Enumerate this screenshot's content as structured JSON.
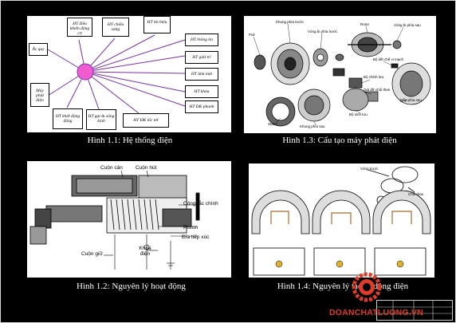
{
  "captions": {
    "fig11": "Hình 1.1: Hệ thống điện",
    "fig13": "Hình 1.3: Cấu tạo máy phát điện",
    "fig12": "Hình 1.2: Nguyên lý hoạt động",
    "fig14": "Hình 1.4: Nguyên lý tạo ra dòng điện"
  },
  "fig11": {
    "left_boxes": [
      "Ắc quy",
      "Máy phát điện"
    ],
    "top_boxes": [
      "HT điều khiển động cơ",
      "HT chiếu sáng",
      "HT tín hiệu"
    ],
    "right_boxes": [
      "HT thông tin",
      "HT giải trí",
      "HT làm mát",
      "HT khóa",
      "HT ĐK phanh"
    ],
    "bottom_boxes": [
      "HT khởi động động",
      "HT gạt & xông kính",
      "HT ĐK tốc tời"
    ]
  },
  "fig13": {
    "labels": [
      "Khung phía trước",
      "Vòng bi phía trước",
      "Rotor",
      "Vòng bi phía sau",
      "Puli",
      "Bộ tiết chế vi mạch",
      "Bộ chỉnh lưu",
      "Giá đỡ chổi than",
      "Nắp phía sau",
      "Bộ sinh lưu",
      "Stator",
      "Khung phía sau"
    ]
  },
  "fig12": {
    "labels": [
      "Cuộn cản",
      "Cuộn hút",
      "Công tắc chính",
      "Piston",
      "Đĩa tiếp xúc",
      "Cuộn giữ",
      "Khoá điện"
    ]
  },
  "fig14": {
    "labels": [
      "Vòng trượt",
      "Chổi than"
    ]
  },
  "logo": {
    "text": "DOANCHATLUONG.VN",
    "color": "#e23a2a"
  }
}
